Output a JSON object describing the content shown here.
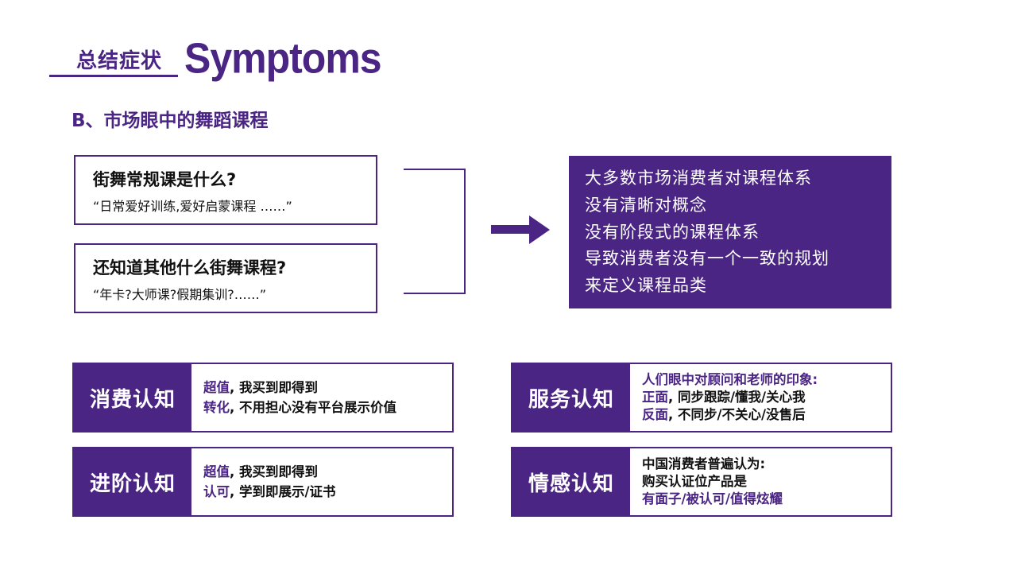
{
  "header": {
    "title_cn": "总结症状",
    "title_en": "Symptoms",
    "subtitle": "B、市场眼中的舞蹈课程"
  },
  "questions": [
    {
      "question": "街舞常规课是什么?",
      "answer": "“日常爱好训练,爱好启蒙课程 ……”"
    },
    {
      "question": "还知道其他什么街舞课程?",
      "answer": "“年卡?大师课?假期集训?……”"
    }
  ],
  "summary": {
    "lines": [
      "大多数市场消费者对课程体系",
      "没有清晰对概念",
      "没有阶段式的课程体系",
      "导致消费者没有一个一致的规划",
      "来定义课程品类"
    ]
  },
  "cards": {
    "consumption": {
      "label": "消费认知",
      "line1_hl": "超值",
      "line1_rest": ", 我买到即得到",
      "line2_hl": "转化",
      "line2_rest": ", 不用担心没有平台展示价值"
    },
    "service": {
      "label": "服务认知",
      "line1": "人们眼中对顾问和老师的印象:",
      "line2_hl": "正面",
      "line2_rest": ", 同步跟踪/懂我/关心我",
      "line3_hl": "反面",
      "line3_rest": ", 不同步/不关心/没售后"
    },
    "advanced": {
      "label": "进阶认知",
      "line1_hl": "超值",
      "line1_rest": ", 我买到即得到",
      "line2_hl": "认可",
      "line2_rest": ", 学到即展示/证书"
    },
    "emotion": {
      "label": "情感认知",
      "line1": "中国消费者普遍认为:",
      "line2": "购买认证位产品是",
      "line3": "有面子/被认可/值得炫耀"
    }
  },
  "colors": {
    "accent": "#4b2584",
    "text": "#111111",
    "background": "#ffffff"
  },
  "icons": {
    "arrow": "arrow-right-icon"
  }
}
